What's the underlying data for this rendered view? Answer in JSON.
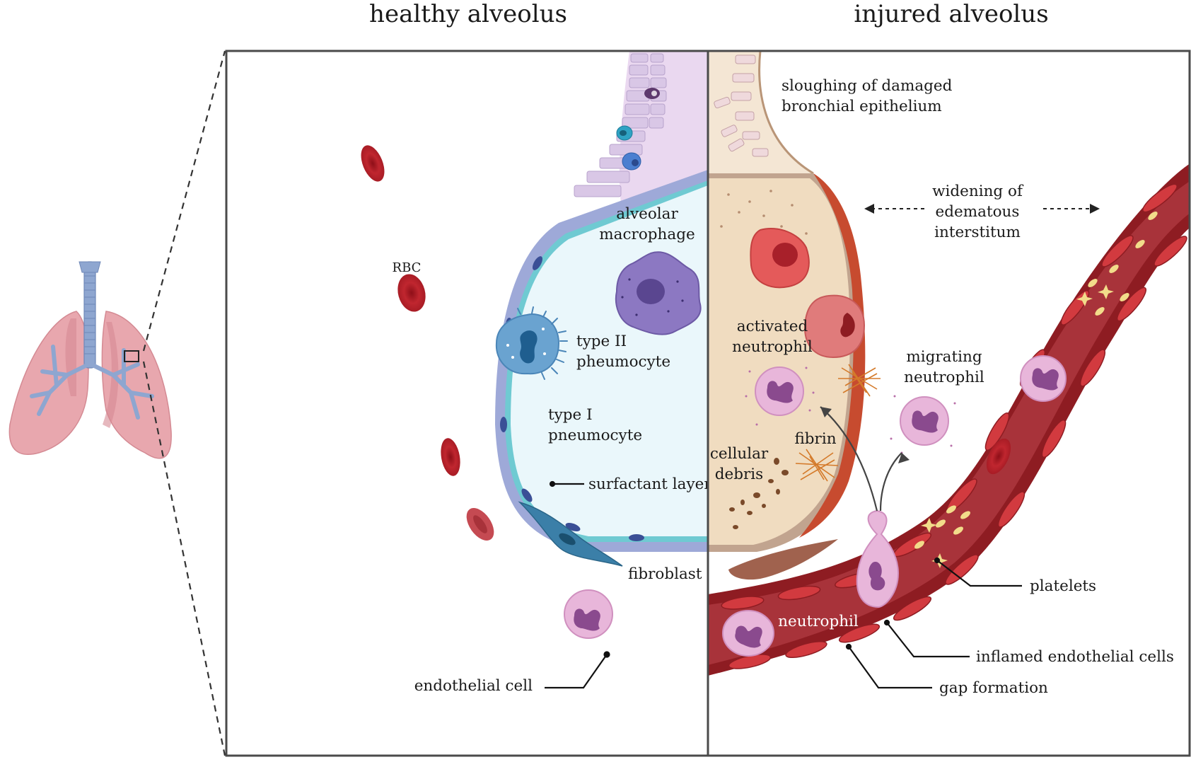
{
  "titles": {
    "healthy": "healthy alveolus",
    "injured": "injured alveolus"
  },
  "healthy_labels": {
    "rbc": "RBC",
    "alveolar_macrophage": [
      "alveolar",
      "macrophage"
    ],
    "type2": [
      "type II",
      "pheumocyte"
    ],
    "type1": [
      "type I",
      "pneumocyte"
    ],
    "surfactant": "surfactant layer",
    "fibroblast": "fibroblast",
    "endothelial": "endothelial cell"
  },
  "injured_labels": {
    "sloughing": [
      "sloughing of damaged",
      "bronchial epithelium"
    ],
    "widening": [
      "widening of",
      "edematous",
      "interstitum"
    ],
    "activated_neutrophil": [
      "activated",
      "neutrophil"
    ],
    "migrating_neutrophil": [
      "migrating",
      "neutrophil"
    ],
    "fibrin": "fibrin",
    "cellular_debris": [
      "cellular",
      "debris"
    ],
    "platelets": "platelets",
    "neutrophil": "neutrophil",
    "inflamed_endothelial": "inflamed endothelial cells",
    "gap_formation": "gap formation"
  },
  "colors": {
    "panel_border": "#4a4a4a",
    "rbc": "#b3202a",
    "alveolar_fluid": "#eaf7fb",
    "alveolar_wall": "#9ea9d8",
    "surfactant": "#7fd0d8",
    "macrophage": "#8c78c2",
    "type2_cell": "#6aa3d0",
    "fibroblast": "#3b7fa8",
    "neutrophil": "#e8b6da",
    "edema": "#f0dcc0",
    "vessel_outer": "#8e1c22",
    "vessel_inner": "#a8333a",
    "endothelial": "#d23a3f",
    "platelet": "#f2dc8a",
    "lung": "#e8a7ae",
    "trachea": "#8ea6d0"
  },
  "icons": [
    "lung-icon",
    "rbc-icon",
    "macrophage-icon",
    "neutrophil-icon",
    "platelet-icon",
    "fibrin-icon",
    "arrow-icon"
  ]
}
